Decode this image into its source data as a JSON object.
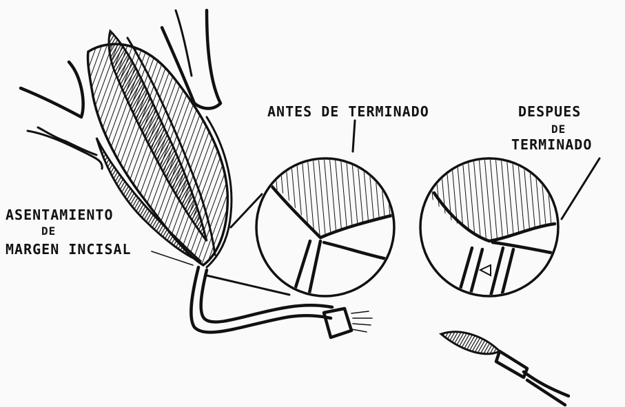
{
  "labels": {
    "before": "ANTES DE TERMINADO",
    "after_line1": "DESPUES",
    "after_line2": "DE",
    "after_line3": "TERMINADO",
    "seat_line1": "ASENTAMIENTO",
    "seat_line2": "DE",
    "seat_line3": "MARGEN INCISAL"
  },
  "colors": {
    "ink": "#111111",
    "paper": "#fafafa"
  }
}
